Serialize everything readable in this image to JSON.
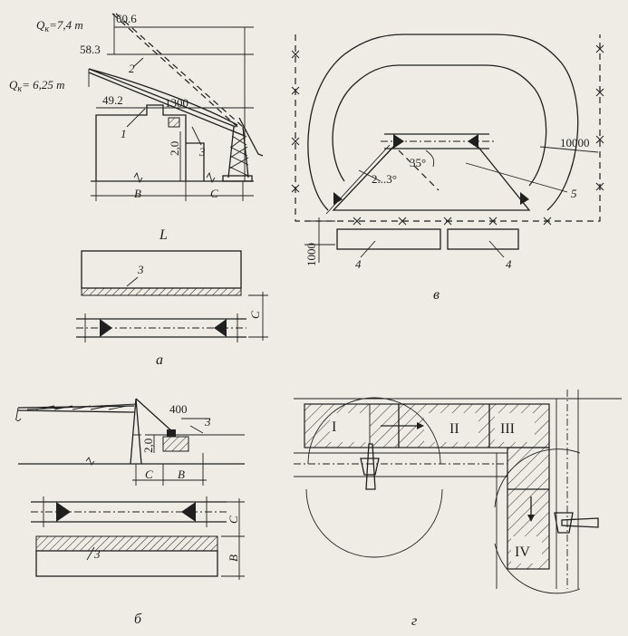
{
  "panel_a": {
    "label": "а",
    "q1": "Q",
    "q1_sub": "к",
    "q1_val": "=7,4 т",
    "q2": "Q",
    "q2_sub": "к",
    "q2_val": "= 6,25 т",
    "dim_606": "60.6",
    "dim_583": "58.3",
    "dim_492": "49.2",
    "dim_1300": "1300",
    "dim_20": "2,0",
    "n1": "1",
    "n2": "2",
    "n3": "3",
    "n3_plan": "3",
    "B": "B",
    "C": "C",
    "C_side": "C",
    "L": "L"
  },
  "panel_b": {
    "label": "б",
    "dim_400": "400",
    "dim_20": "2,0",
    "n3_top": "3",
    "n3_plan": "3",
    "C": "C",
    "B": "B",
    "C_side": "C",
    "B_side": "B"
  },
  "panel_v": {
    "label": "в",
    "dim_10000": "10000",
    "dim_1000": "1000",
    "angle_35": "35°",
    "slope": "2...3°",
    "n4_left": "4",
    "n4_right": "4",
    "n5": "5"
  },
  "panel_g": {
    "label": "г",
    "zone_1": "I",
    "zone_2": "II",
    "zone_3": "III",
    "zone_4": "IV"
  }
}
